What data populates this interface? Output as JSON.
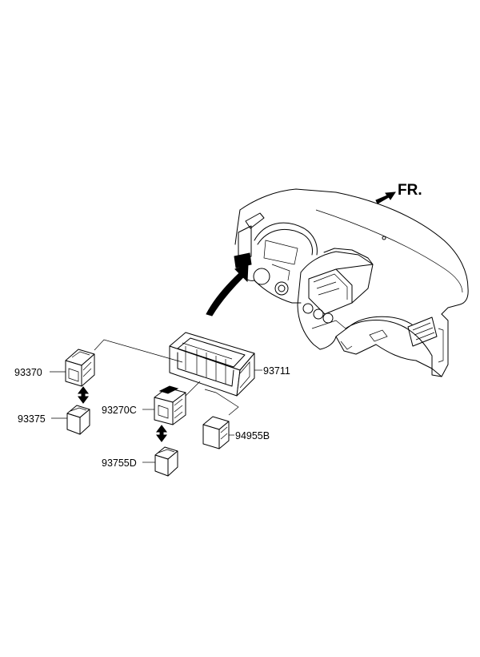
{
  "direction_label": "FR.",
  "parts": {
    "p93370": "93370",
    "p93375": "93375",
    "p93270C": "93270C",
    "p93755D": "93755D",
    "p93711": "93711",
    "p94955B": "94955B"
  },
  "colors": {
    "line": "#000000",
    "background": "#ffffff"
  }
}
